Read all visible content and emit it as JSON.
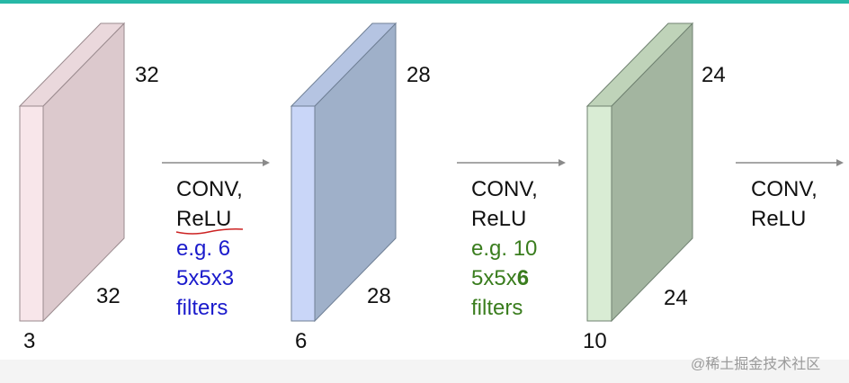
{
  "colors": {
    "accent_rule": "#27b8a6",
    "text": "#111111",
    "conv1_filter_text": "#1a1acc",
    "conv2_filter_text": "#3a7d1e",
    "underline": "#cc2222",
    "arrow": "#8a8a8a"
  },
  "volumes": [
    {
      "name": "input",
      "height_label": "32",
      "width_label": "32",
      "depth_label": "3",
      "front_color": "#f8e6ea",
      "side_color": "#dcc9cd"
    },
    {
      "name": "conv1-output",
      "height_label": "28",
      "width_label": "28",
      "depth_label": "6",
      "front_color": "#c9d6f8",
      "side_color": "#9fb0c9"
    },
    {
      "name": "conv2-output",
      "height_label": "24",
      "width_label": "24",
      "depth_label": "10",
      "front_color": "#d9ecd4",
      "side_color": "#a3b5a0"
    }
  ],
  "operations": [
    {
      "line1": "CONV,",
      "line2": "ReLU",
      "filter_line1": "e.g. 6",
      "filter_line2": "5x5x3",
      "filter_line3": "filters"
    },
    {
      "line1": "CONV,",
      "line2": "ReLU",
      "filter_line1": "e.g. 10",
      "filter_line2_prefix": "5x5x",
      "filter_line2_bold": "6",
      "filter_line3": "filters"
    },
    {
      "line1": "CONV,",
      "line2": "ReLU"
    }
  ],
  "watermark": "@稀土掘金技术社区"
}
